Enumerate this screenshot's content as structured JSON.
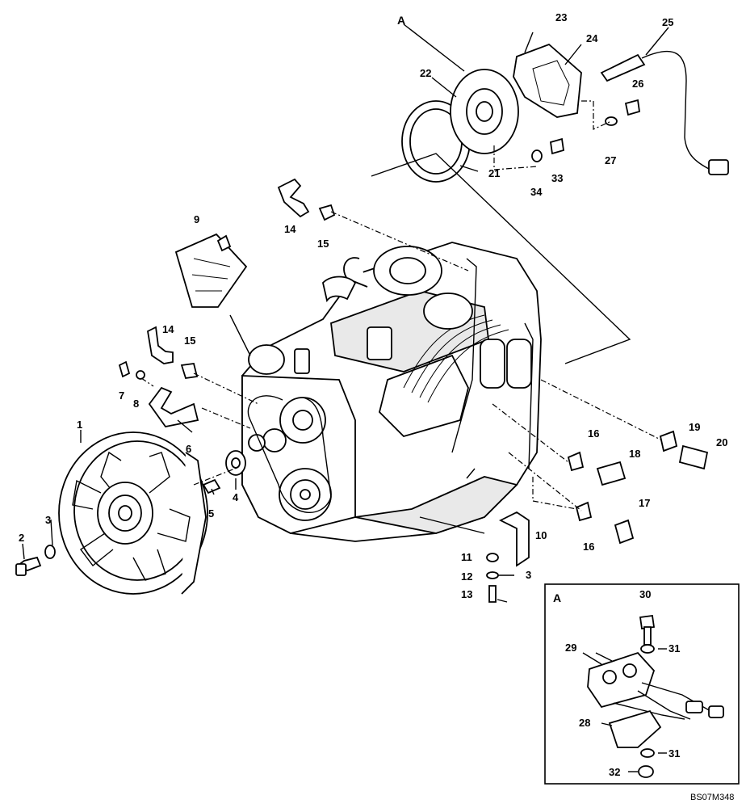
{
  "figure_code": "BS07M348",
  "detail_view": {
    "letter": "A",
    "callout_letter": "A"
  },
  "callouts": {
    "c1": "1",
    "c2": "2",
    "c3a": "3",
    "c3b": "3",
    "c4": "4",
    "c5": "5",
    "c6": "6",
    "c7": "7",
    "c8": "8",
    "c9": "9",
    "c10": "10",
    "c11": "11",
    "c12": "12",
    "c13": "13",
    "c14a": "14",
    "c14b": "14",
    "c15a": "15",
    "c15b": "15",
    "c16a": "16",
    "c16b": "16",
    "c17": "17",
    "c18": "18",
    "c19": "19",
    "c20": "20",
    "c21": "21",
    "c22": "22",
    "c23": "23",
    "c24": "24",
    "c25": "25",
    "c26": "26",
    "c27": "27",
    "c28": "28",
    "c29": "29",
    "c30": "30",
    "c31a": "31",
    "c31b": "31",
    "c32": "32",
    "c33": "33",
    "c34": "34"
  }
}
